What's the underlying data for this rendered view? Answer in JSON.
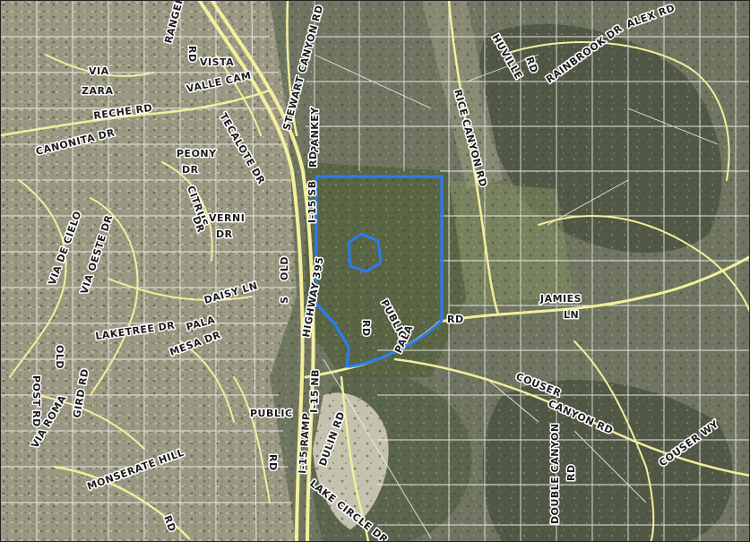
{
  "map": {
    "colors": {
      "terrain": "#6f7560",
      "terrain_dark": "#4a5140",
      "terrain_light": "#9d9a84",
      "vegetation": "#56633f",
      "urban": "#a9a58f",
      "major_road": "#f3ef9c",
      "parcel_line": "#f4f4f4",
      "site_boundary": "#2b7cf0"
    },
    "labels": {
      "via_zara_1": "VIA",
      "via_zara_2": "ZARA",
      "ranger_rd_1": "RANGER",
      "ranger_rd_2": "RD",
      "vista": "VISTA",
      "valle_cam": "VALLE CAM",
      "reche_rd": "RECHE RD",
      "canonita_dr": "CANONITA DR",
      "tecalote_dr": "TECALOTE DR",
      "stewart_canyon_rd": "STEWART CANYON RD",
      "pankey": "PANKEY",
      "rd_pankey": "RD",
      "peony": "PEONY",
      "dr_peony": "DR",
      "citrus": "CITRUS",
      "dr_citrus": "DR",
      "verni": "VERNI",
      "dr_verni": "DR",
      "i15_sb": "I-15 SB",
      "via_de_cielo": "VIA DE CIELO",
      "via_oeste_dr": "VIA OESTE DR",
      "daisy_ln": "DAISY LN",
      "old_hwy_1": "OLD",
      "old_hwy_2": "S",
      "highway_395": "HIGHWAY 395",
      "laketree_dr": "LAKETREE DR",
      "pala_mesa_1": "PALA",
      "pala_mesa_2": "MESA DR",
      "post_rd": "POST RD",
      "old_1": "OLD",
      "gird_rd": "GIRD RD",
      "via_roma": "VIA ROMA",
      "monserate_hill": "MONSERATE HILL",
      "rd_monserate": "RD",
      "public_rd_w_1": "PUBLIC",
      "public_rd_w_2": "RD",
      "i15_nb": "I-15 NB",
      "ramp_i15": "I-15 RAMP",
      "dulin_rd": "DULIN RD",
      "lake_circle_dr": "LAKE CIRCLE DR",
      "public_rd_1": "PUBLIC",
      "public_rd_2": "RD",
      "pala_rd_1": "PALA",
      "pala_rd_2": "RD",
      "rice_canyon_rd": "RICE CANYON RD",
      "huville": "HUVILLE",
      "rd_huville": "RD",
      "rainbrook_dr": "RAINBROOK DR",
      "alex_rd": "ALEX RD",
      "jamies_1": "JAMIES",
      "jamies_2": "LN",
      "couser_canyon_1": "COUSER",
      "couser_canyon_2": "CANYON RD",
      "couser_wy": "COUSER WY",
      "double_canyon_1": "DOUBLE CANYON",
      "double_canyon_2": "RD"
    }
  }
}
